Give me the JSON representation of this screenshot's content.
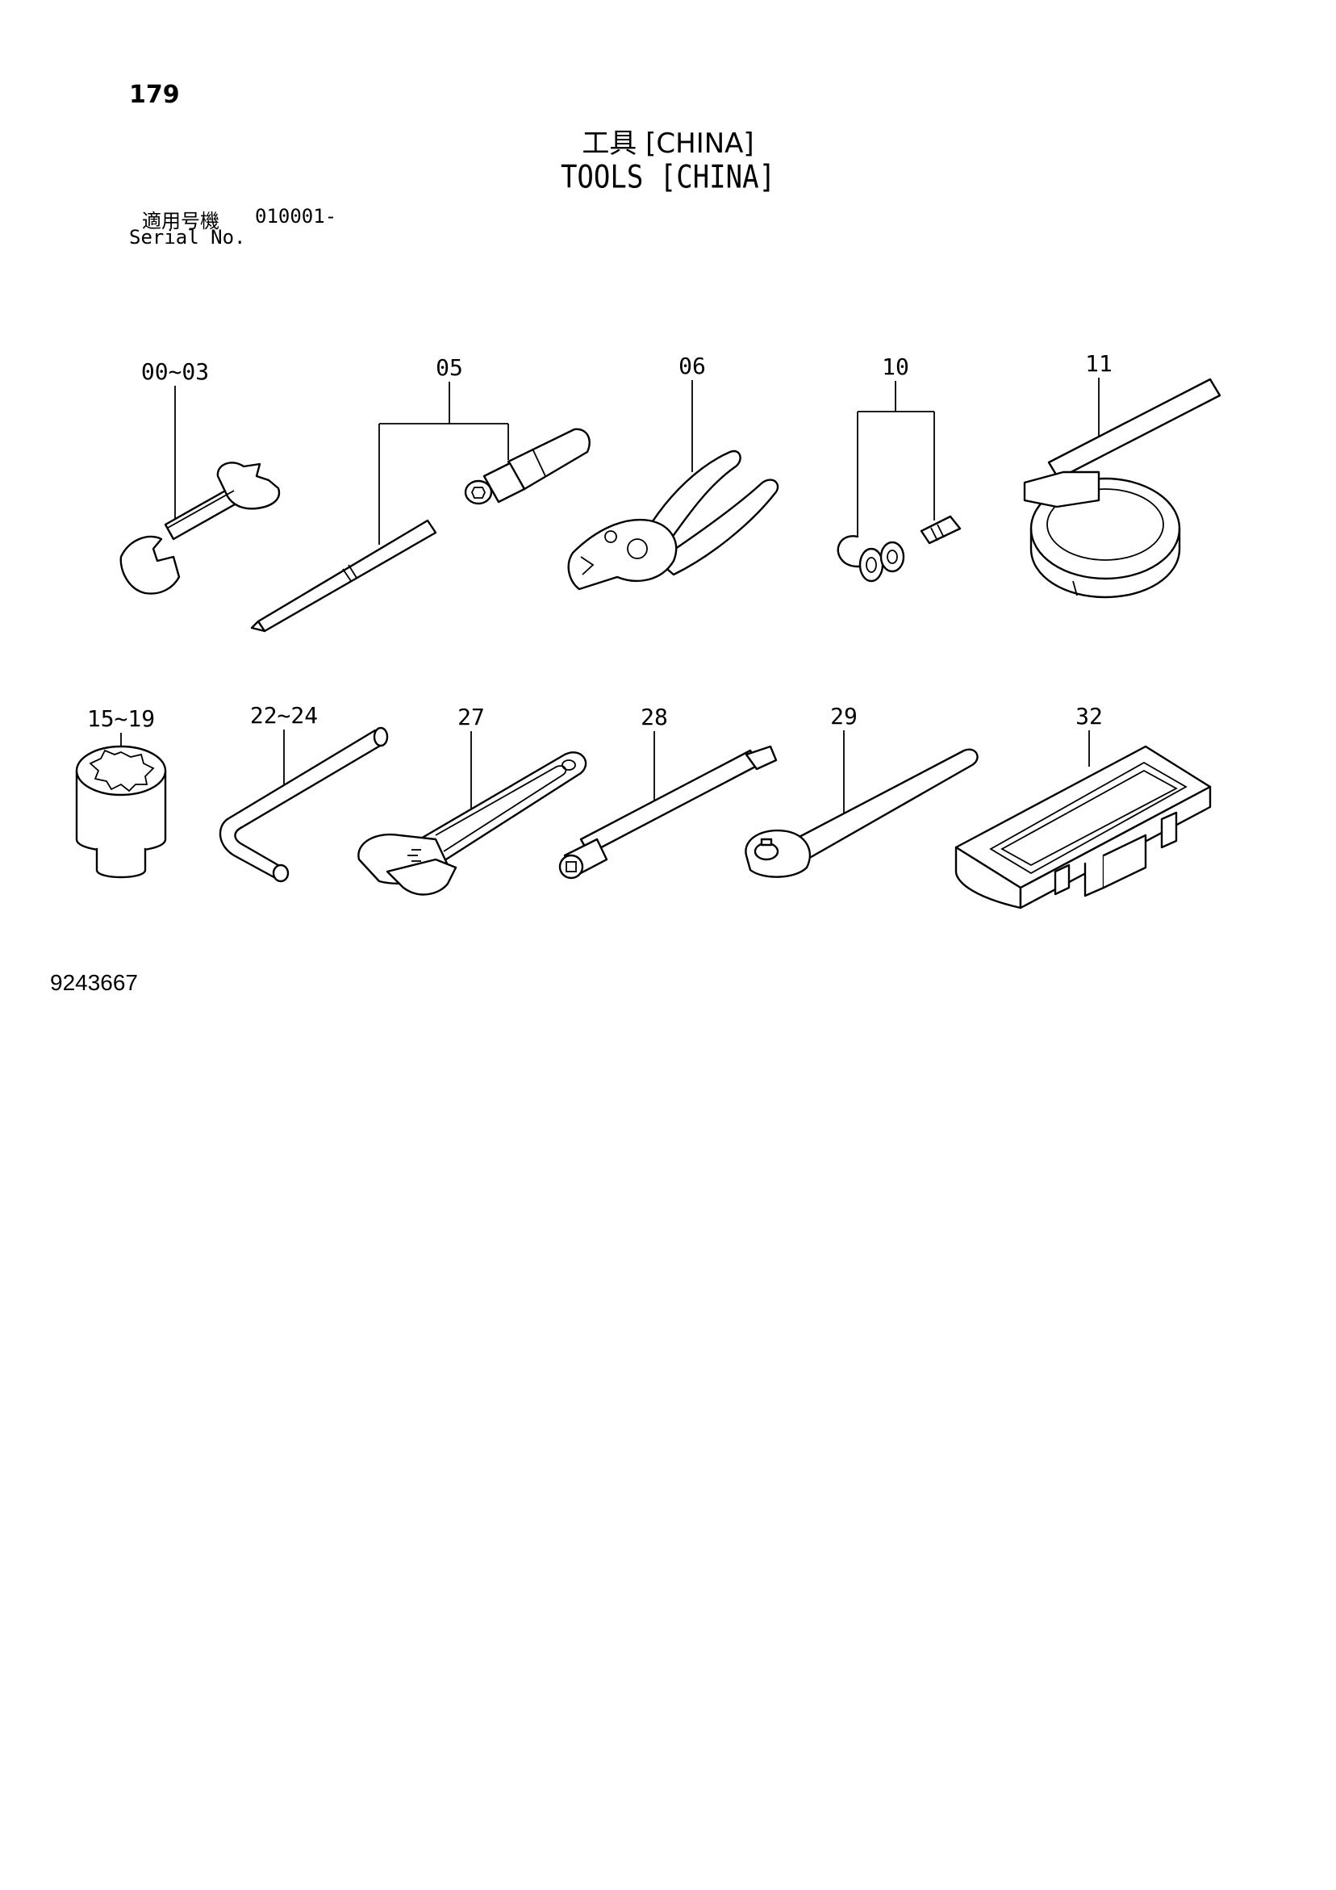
{
  "header": {
    "page_number": "179",
    "title_jp": "工具 [CHINA]",
    "title_en": "TOOLS [CHINA]",
    "serial_label_jp": "適用号機",
    "serial_value": "010001-",
    "serial_label_en": "Serial No."
  },
  "callouts": {
    "c1": "00~03",
    "c2": "05",
    "c3": "06",
    "c4": "10",
    "c5": "11",
    "c6": "15~19",
    "c7": "22~24",
    "c8": "27",
    "c9": "28",
    "c10": "29",
    "c11": "32"
  },
  "footer": {
    "doc_number": "9243667"
  }
}
